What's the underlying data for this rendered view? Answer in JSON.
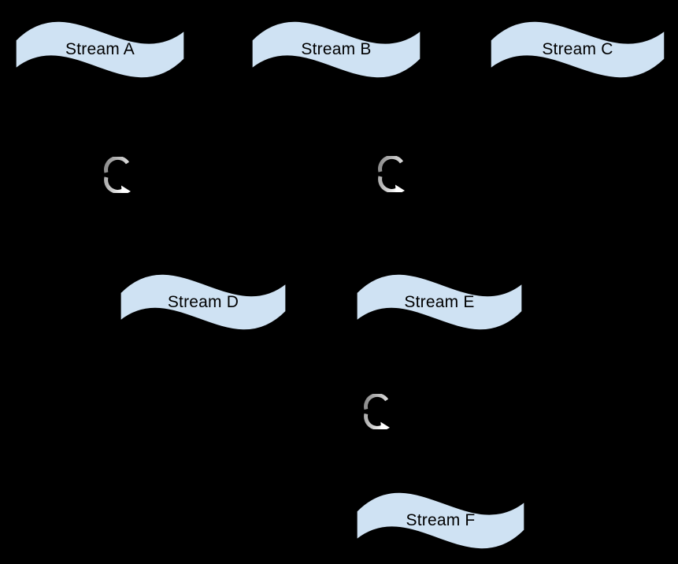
{
  "colors": {
    "background": "#000000",
    "node_fill": "#cfe2f3",
    "node_border": "#000000",
    "text": "#000000",
    "icon_top_arc_start": "#8f8f8f",
    "icon_top_arc_end": "#d8d8d8",
    "icon_bottom_arc_start": "#b0b0b0",
    "icon_bottom_arc_end": "#ffffff"
  },
  "nodes": [
    {
      "id": "stream-a",
      "label": "Stream A",
      "shape": "wave"
    },
    {
      "id": "stream-b",
      "label": "Stream B",
      "shape": "wave"
    },
    {
      "id": "stream-c",
      "label": "Stream C",
      "shape": "wave"
    },
    {
      "id": "stream-d",
      "label": "Stream D",
      "shape": "wave"
    },
    {
      "id": "stream-e",
      "label": "Stream E",
      "shape": "wave"
    },
    {
      "id": "stream-f",
      "label": "Stream F",
      "shape": "wave"
    }
  ],
  "loop_icons": [
    {
      "name": "loop-arrow-icon"
    },
    {
      "name": "loop-arrow-icon"
    },
    {
      "name": "loop-arrow-icon"
    }
  ]
}
